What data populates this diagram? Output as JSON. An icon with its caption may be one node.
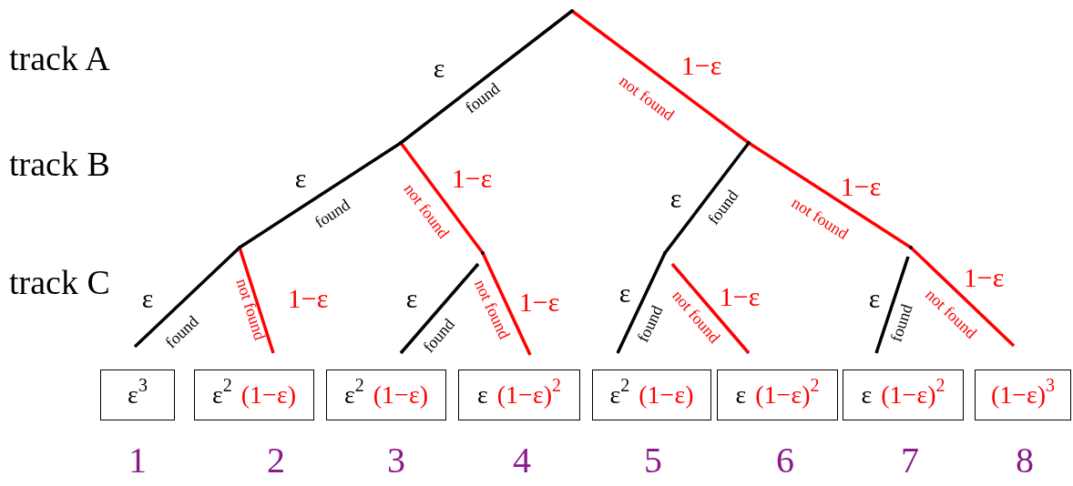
{
  "diagram": {
    "nodes": [
      {
        "text": [],
        "shape": "point"
      },
      {
        "text": [],
        "shape": "point"
      },
      {
        "text": [],
        "shape": "point"
      },
      {
        "text": [],
        "shape": "point"
      },
      {
        "text": [],
        "shape": "point"
      },
      {
        "text": [],
        "shape": "point"
      },
      {
        "text": [],
        "shape": "point"
      },
      {
        "text": [
          "ε$^{3}$"
        ],
        "beside": [
          "1"
        ]
      },
      {
        "text": [
          "ε$^{2}$",
          "(1−ε)"
        ],
        "beside": [
          "2"
        ]
      },
      {
        "text": [
          "ε$^{2}$",
          "(1−ε)"
        ],
        "beside": [
          "3"
        ]
      },
      {
        "text": [
          "ε",
          "(1−ε)$^{2}$"
        ],
        "beside": [
          "4"
        ]
      },
      {
        "text": [
          "ε$^{2}$",
          "(1−ε)"
        ],
        "beside": [
          "5"
        ]
      },
      {
        "text": [
          "ε",
          "(1−ε)$^{2}$"
        ],
        "beside": [
          "6"
        ]
      },
      {
        "text": [
          "ε",
          "(1−ε)$^{2}$"
        ],
        "beside": [
          "7"
        ]
      },
      {
        "text": [
          "(1−ε)$^{3}$"
        ],
        "beside": [
          "8"
        ]
      }
    ],
    "edges": [
      {
        "from": 0,
        "to": 1,
        "arrow": "none",
        "label": "ε"
      },
      {
        "from": 0,
        "to": 2,
        "arrow": "none",
        "label": "1−ε",
        "color": "#ff0000"
      },
      {
        "from": 1,
        "to": 3,
        "arrow": "none",
        "label": "ε"
      },
      {
        "from": 1,
        "to": 4,
        "arrow": "none",
        "label": "1−ε",
        "color": "#ff0000"
      },
      {
        "from": 2,
        "to": 5,
        "arrow": "none",
        "label": "ε"
      },
      {
        "from": 2,
        "to": 6,
        "arrow": "none",
        "label": "1−ε",
        "color": "#ff0000"
      },
      {
        "from": 3,
        "to": 7,
        "arrow": "none",
        "label": "ε"
      },
      {
        "from": 3,
        "to": 8,
        "arrow": "none",
        "label": "1−ε",
        "color": "#ff0000"
      },
      {
        "from": 4,
        "to": 9,
        "arrow": "none",
        "label": "ε"
      },
      {
        "from": 4,
        "to": 10,
        "arrow": "none",
        "label": "1−ε",
        "color": "#ff0000"
      },
      {
        "from": 5,
        "to": 11,
        "arrow": "none",
        "label": "ε"
      },
      {
        "from": 5,
        "to": 12,
        "arrow": "none",
        "label": "1−ε",
        "color": "#ff0000"
      },
      {
        "from": 6,
        "to": 13,
        "arrow": "none",
        "label": "ε"
      },
      {
        "from": 6,
        "to": 14,
        "arrow": "none",
        "label": "1−ε",
        "color": "#ff0000"
      }
    ],
    "labels": [
      "track A",
      "track B",
      "track C",
      "found",
      "not found",
      "found",
      "not found",
      "found",
      "not found",
      "found",
      "not found",
      "found",
      "not found",
      "found",
      "not found",
      "found",
      "not found"
    ]
  }
}
